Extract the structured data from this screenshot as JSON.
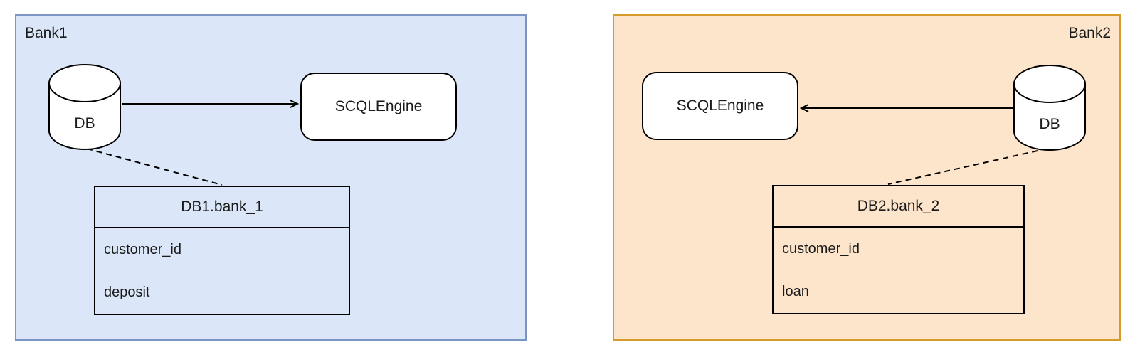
{
  "colors": {
    "bank1_fill": "#dbe7f8",
    "bank1_border": "#7b96c4",
    "bank2_fill": "#fde5cb",
    "bank2_border": "#d79b2b",
    "node_fill": "#ffffff",
    "node_border": "#000000",
    "text": "#1a1a1a",
    "background": "#ffffff"
  },
  "bank1": {
    "label": "Bank1",
    "db_label": "DB",
    "engine_label": "SCQLEngine",
    "table": {
      "title": "DB1.bank_1",
      "columns": [
        "customer_id",
        "deposit"
      ]
    }
  },
  "bank2": {
    "label": "Bank2",
    "db_label": "DB",
    "engine_label": "SCQLEngine",
    "table": {
      "title": "DB2.bank_2",
      "columns": [
        "customer_id",
        "loan"
      ]
    }
  }
}
